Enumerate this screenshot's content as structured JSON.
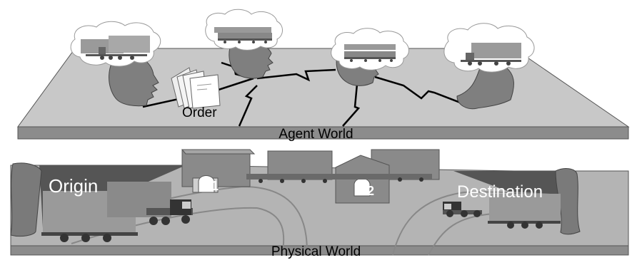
{
  "labels": {
    "order": "Order",
    "agent_world": "Agent World",
    "physical_world": "Physical World",
    "origin": "Origin",
    "destination": "Destination",
    "terminal_1": "T1",
    "terminal_2": "T2"
  },
  "colors": {
    "platform_top": "#c8c8c8",
    "platform_side": "#8c8c8c",
    "head": "#7f7f7f",
    "cloud": "#ffffff",
    "ground_dark": "#555555",
    "road": "#a8a8a8",
    "building": "#8a8a8a"
  },
  "icons": [
    "head-icon",
    "thought-cloud-icon",
    "truck-icon",
    "train-icon",
    "documents-icon",
    "lightning-link-icon",
    "terminal-building-icon"
  ]
}
